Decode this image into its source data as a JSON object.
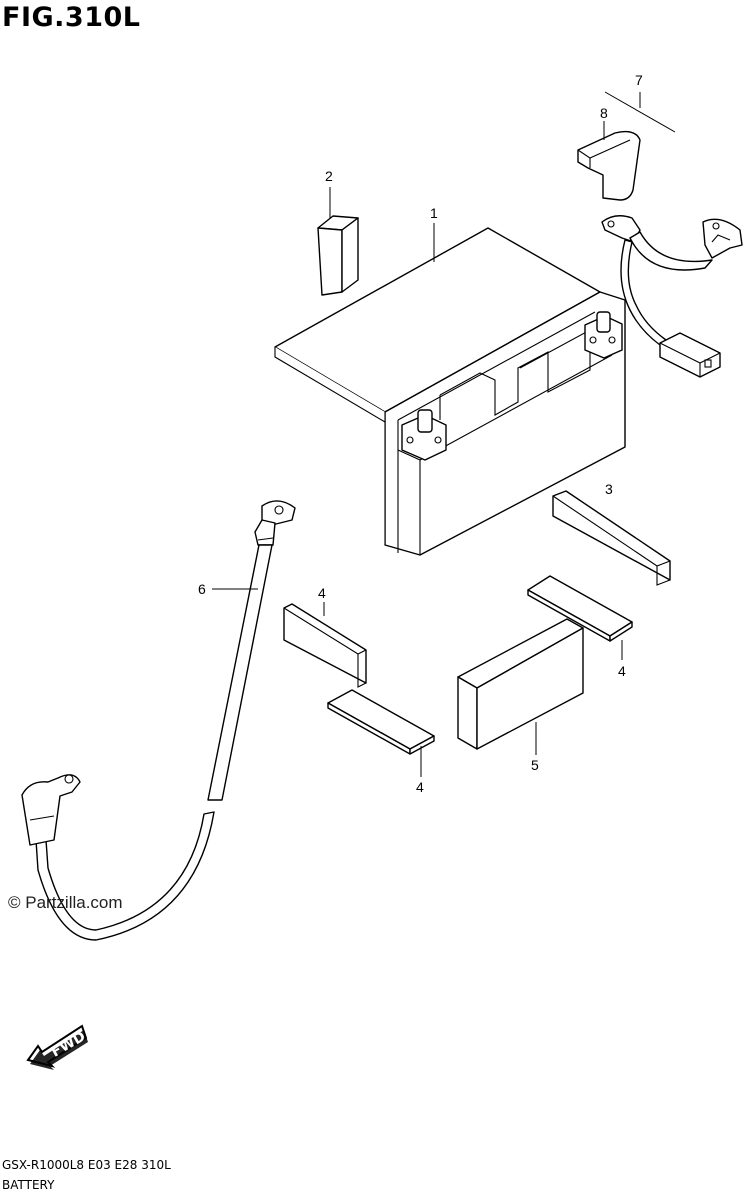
{
  "figure": {
    "title": "FIG.310L",
    "watermark": "© Partzilla.com",
    "fwd_label": "FWD",
    "model_code": "GSX-R1000L8  E03  E28  310L",
    "section_name": "BATTERY"
  },
  "callouts": {
    "c1": "1",
    "c2": "2",
    "c3": "3",
    "c4a": "4",
    "c4b": "4",
    "c4c": "4",
    "c5": "5",
    "c6": "6",
    "c7": "7",
    "c8": "8"
  },
  "colors": {
    "line": "#000000",
    "background": "#ffffff"
  }
}
